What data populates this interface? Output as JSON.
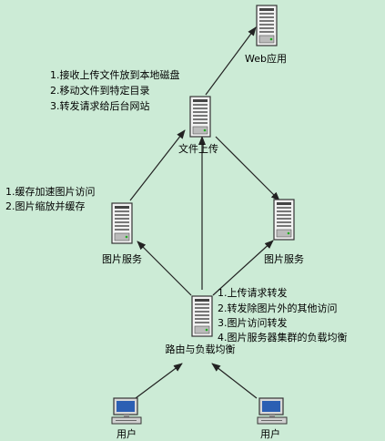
{
  "nodes": {
    "web_app": {
      "label": "Web应用",
      "icon": "server-icon"
    },
    "file_upload": {
      "label": "文件上传",
      "icon": "server-icon"
    },
    "image_service_left": {
      "label": "图片服务",
      "icon": "server-icon"
    },
    "image_service_right": {
      "label": "图片服务",
      "icon": "server-icon"
    },
    "router": {
      "label": "路由与负载均衡",
      "icon": "server-icon"
    },
    "user_left": {
      "label": "用户",
      "icon": "computer-icon"
    },
    "user_right": {
      "label": "用户",
      "icon": "computer-icon"
    }
  },
  "notes": {
    "upload": [
      "1.接收上传文件放到本地磁盘",
      "2.移动文件到特定目录",
      "3.转发请求给后台网站"
    ],
    "image_service": [
      "1.缓存加速图片访问",
      "2.图片缩放并缓存"
    ],
    "router": [
      "1.上传请求转发",
      "2.转发除图片外的其他访问",
      "3.图片访问转发",
      "4.图片服务器集群的负载均衡"
    ]
  },
  "colors": {
    "background": "#ccebd6",
    "line": "#222222"
  }
}
